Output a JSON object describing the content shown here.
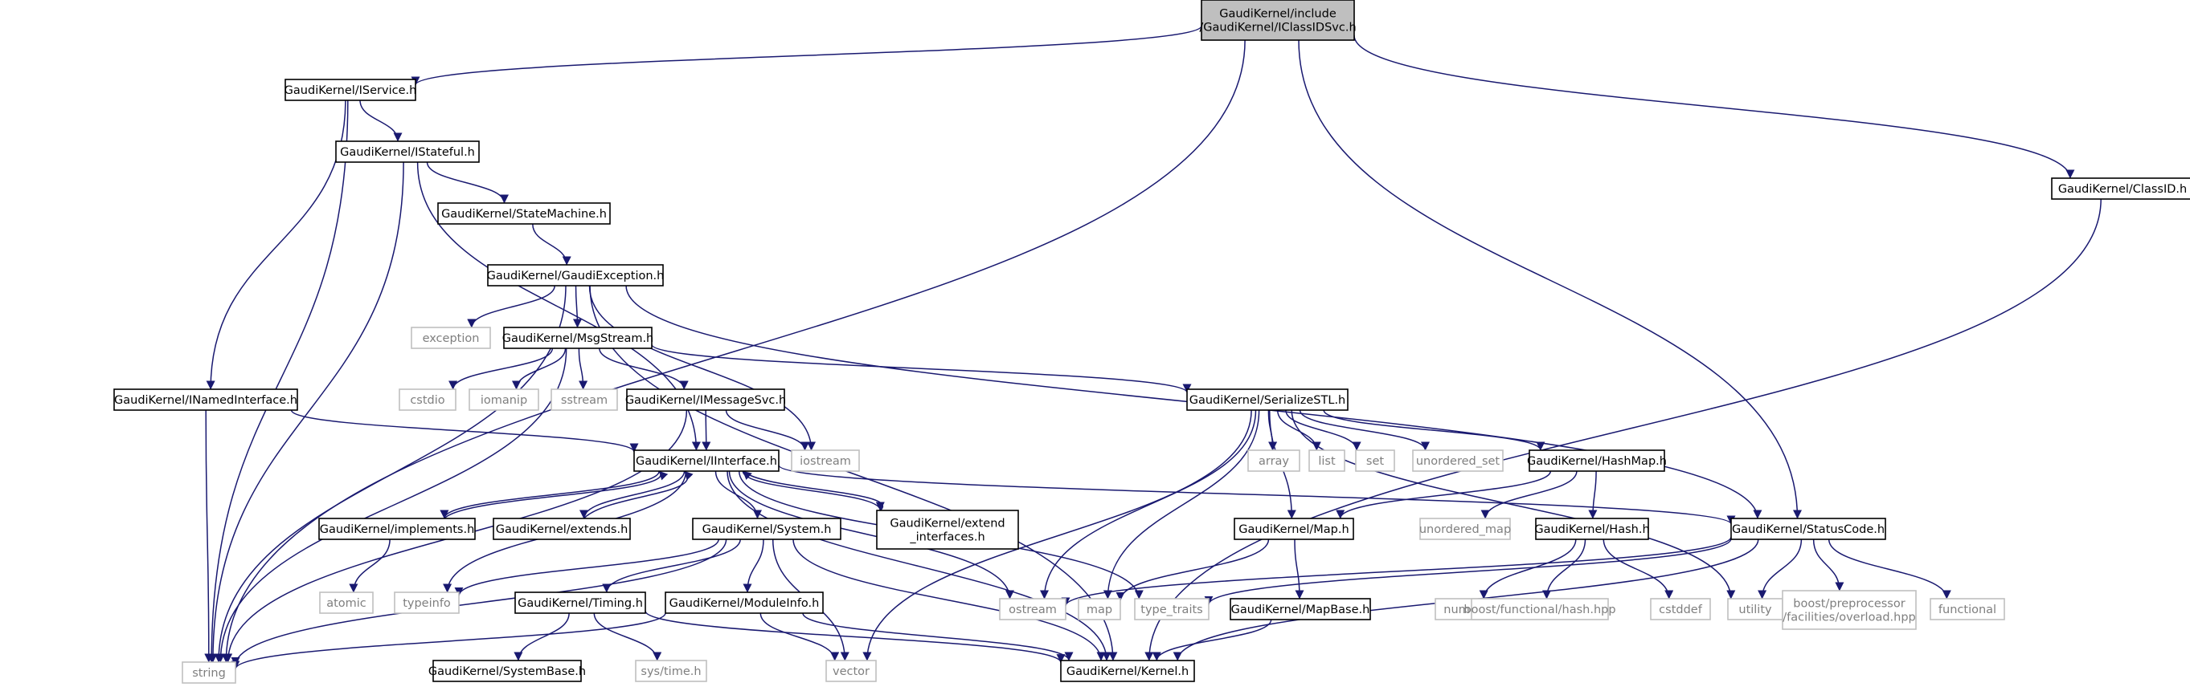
{
  "diagram": {
    "type": "include-dependency-graph",
    "colors": {
      "edge": "#191970",
      "root_fill": "#bfbfbf",
      "header_fill": "#ffffff",
      "header_border": "#000000",
      "system_border": "#bfbfbf",
      "system_text": "#7f7f7f"
    },
    "nodes": [
      {
        "id": "root",
        "kind": "root",
        "lines": [
          "GaudiKernel/include",
          "/GaudiKernel/IClassIDSvc.h"
        ]
      },
      {
        "id": "iservice",
        "kind": "header",
        "lines": [
          "GaudiKernel/IService.h"
        ]
      },
      {
        "id": "classid",
        "kind": "header",
        "lines": [
          "GaudiKernel/ClassID.h"
        ]
      },
      {
        "id": "istateful",
        "kind": "header",
        "lines": [
          "GaudiKernel/IStateful.h"
        ]
      },
      {
        "id": "statemachine",
        "kind": "header",
        "lines": [
          "GaudiKernel/StateMachine.h"
        ]
      },
      {
        "id": "gaudiexception",
        "kind": "header",
        "lines": [
          "GaudiKernel/GaudiException.h"
        ]
      },
      {
        "id": "exception",
        "kind": "system",
        "lines": [
          "exception"
        ]
      },
      {
        "id": "msgstream",
        "kind": "header",
        "lines": [
          "GaudiKernel/MsgStream.h"
        ]
      },
      {
        "id": "inamedinterface",
        "kind": "header",
        "lines": [
          "GaudiKernel/INamedInterface.h"
        ]
      },
      {
        "id": "cstdio",
        "kind": "system",
        "lines": [
          "cstdio"
        ]
      },
      {
        "id": "iomanip",
        "kind": "system",
        "lines": [
          "iomanip"
        ]
      },
      {
        "id": "sstream",
        "kind": "system",
        "lines": [
          "sstream"
        ]
      },
      {
        "id": "imessagesvc",
        "kind": "header",
        "lines": [
          "GaudiKernel/IMessageSvc.h"
        ]
      },
      {
        "id": "serializestl",
        "kind": "header",
        "lines": [
          "GaudiKernel/SerializeSTL.h"
        ]
      },
      {
        "id": "iinterface",
        "kind": "header",
        "lines": [
          "GaudiKernel/IInterface.h"
        ]
      },
      {
        "id": "iostream",
        "kind": "system",
        "lines": [
          "iostream"
        ]
      },
      {
        "id": "array",
        "kind": "system",
        "lines": [
          "array"
        ]
      },
      {
        "id": "list",
        "kind": "system",
        "lines": [
          "list"
        ]
      },
      {
        "id": "set",
        "kind": "system",
        "lines": [
          "set"
        ]
      },
      {
        "id": "unordered_set",
        "kind": "system",
        "lines": [
          "unordered_set"
        ]
      },
      {
        "id": "hashmap",
        "kind": "header",
        "lines": [
          "GaudiKernel/HashMap.h"
        ]
      },
      {
        "id": "implements",
        "kind": "header",
        "lines": [
          "GaudiKernel/implements.h"
        ]
      },
      {
        "id": "extends",
        "kind": "header",
        "lines": [
          "GaudiKernel/extends.h"
        ]
      },
      {
        "id": "system",
        "kind": "header",
        "lines": [
          "GaudiKernel/System.h"
        ]
      },
      {
        "id": "extend_interfaces",
        "kind": "header",
        "lines": [
          "GaudiKernel/extend",
          "_interfaces.h"
        ]
      },
      {
        "id": "map_h",
        "kind": "header",
        "lines": [
          "GaudiKernel/Map.h"
        ]
      },
      {
        "id": "unordered_map",
        "kind": "system",
        "lines": [
          "unordered_map"
        ]
      },
      {
        "id": "hash_h",
        "kind": "header",
        "lines": [
          "GaudiKernel/Hash.h"
        ]
      },
      {
        "id": "statuscode",
        "kind": "header",
        "lines": [
          "GaudiKernel/StatusCode.h"
        ]
      },
      {
        "id": "atomic",
        "kind": "system",
        "lines": [
          "atomic"
        ]
      },
      {
        "id": "typeinfo",
        "kind": "system",
        "lines": [
          "typeinfo"
        ]
      },
      {
        "id": "timing",
        "kind": "header",
        "lines": [
          "GaudiKernel/Timing.h"
        ]
      },
      {
        "id": "moduleinfo",
        "kind": "header",
        "lines": [
          "GaudiKernel/ModuleInfo.h"
        ]
      },
      {
        "id": "ostream",
        "kind": "system",
        "lines": [
          "ostream"
        ]
      },
      {
        "id": "map",
        "kind": "system",
        "lines": [
          "map"
        ]
      },
      {
        "id": "type_traits",
        "kind": "system",
        "lines": [
          "type_traits"
        ]
      },
      {
        "id": "mapbase",
        "kind": "header",
        "lines": [
          "GaudiKernel/MapBase.h"
        ]
      },
      {
        "id": "numeric",
        "kind": "system",
        "lines": [
          "numeric"
        ]
      },
      {
        "id": "boost_hash",
        "kind": "system",
        "lines": [
          "boost/functional/hash.hpp"
        ]
      },
      {
        "id": "cstddef",
        "kind": "system",
        "lines": [
          "cstddef"
        ]
      },
      {
        "id": "utility",
        "kind": "system",
        "lines": [
          "utility"
        ]
      },
      {
        "id": "boost_overload",
        "kind": "system",
        "lines": [
          "boost/preprocessor",
          "/facilities/overload.hpp"
        ]
      },
      {
        "id": "functional",
        "kind": "system",
        "lines": [
          "functional"
        ]
      },
      {
        "id": "string",
        "kind": "system",
        "lines": [
          "string"
        ]
      },
      {
        "id": "systembase",
        "kind": "header",
        "lines": [
          "GaudiKernel/SystemBase.h"
        ]
      },
      {
        "id": "systime",
        "kind": "system",
        "lines": [
          "sys/time.h"
        ]
      },
      {
        "id": "vector",
        "kind": "system",
        "lines": [
          "vector"
        ]
      },
      {
        "id": "kernel",
        "kind": "header",
        "lines": [
          "GaudiKernel/Kernel.h"
        ]
      }
    ],
    "edges": [
      [
        "root",
        "iservice"
      ],
      [
        "root",
        "classid"
      ],
      [
        "root",
        "statuscode"
      ],
      [
        "root",
        "string"
      ],
      [
        "iservice",
        "istateful"
      ],
      [
        "iservice",
        "inamedinterface"
      ],
      [
        "iservice",
        "string"
      ],
      [
        "istateful",
        "statemachine"
      ],
      [
        "istateful",
        "iinterface"
      ],
      [
        "istateful",
        "string"
      ],
      [
        "statemachine",
        "gaudiexception"
      ],
      [
        "gaudiexception",
        "exception"
      ],
      [
        "gaudiexception",
        "msgstream"
      ],
      [
        "gaudiexception",
        "string"
      ],
      [
        "gaudiexception",
        "iostream"
      ],
      [
        "gaudiexception",
        "statuscode"
      ],
      [
        "gaudiexception",
        "kernel"
      ],
      [
        "msgstream",
        "cstdio"
      ],
      [
        "msgstream",
        "iomanip"
      ],
      [
        "msgstream",
        "sstream"
      ],
      [
        "msgstream",
        "imessagesvc"
      ],
      [
        "msgstream",
        "serializestl"
      ],
      [
        "msgstream",
        "string"
      ],
      [
        "inamedinterface",
        "iinterface"
      ],
      [
        "inamedinterface",
        "string"
      ],
      [
        "imessagesvc",
        "iinterface"
      ],
      [
        "imessagesvc",
        "iostream"
      ],
      [
        "imessagesvc",
        "string"
      ],
      [
        "serializestl",
        "array"
      ],
      [
        "serializestl",
        "list"
      ],
      [
        "serializestl",
        "set"
      ],
      [
        "serializestl",
        "unordered_set"
      ],
      [
        "serializestl",
        "hashmap"
      ],
      [
        "serializestl",
        "map_h"
      ],
      [
        "serializestl",
        "vector"
      ],
      [
        "serializestl",
        "ostream"
      ],
      [
        "serializestl",
        "map"
      ],
      [
        "serializestl",
        "utility"
      ],
      [
        "hashmap",
        "map_h"
      ],
      [
        "hashmap",
        "hash_h"
      ],
      [
        "hashmap",
        "unordered_map"
      ],
      [
        "iinterface",
        "implements"
      ],
      [
        "iinterface",
        "extends"
      ],
      [
        "iinterface",
        "system"
      ],
      [
        "iinterface",
        "extend_interfaces"
      ],
      [
        "iinterface",
        "statuscode"
      ],
      [
        "iinterface",
        "ostream"
      ],
      [
        "iinterface",
        "type_traits"
      ],
      [
        "iinterface",
        "kernel"
      ],
      [
        "iinterface",
        "typeinfo"
      ],
      [
        "implements",
        "iinterface"
      ],
      [
        "implements",
        "atomic"
      ],
      [
        "extends",
        "iinterface"
      ],
      [
        "extend_interfaces",
        "iinterface"
      ],
      [
        "system",
        "typeinfo"
      ],
      [
        "system",
        "timing"
      ],
      [
        "system",
        "moduleinfo"
      ],
      [
        "system",
        "string"
      ],
      [
        "system",
        "vector"
      ],
      [
        "system",
        "kernel"
      ],
      [
        "timing",
        "systembase"
      ],
      [
        "timing",
        "systime"
      ],
      [
        "timing",
        "kernel"
      ],
      [
        "moduleinfo",
        "string"
      ],
      [
        "moduleinfo",
        "vector"
      ],
      [
        "moduleinfo",
        "kernel"
      ],
      [
        "map_h",
        "mapbase"
      ],
      [
        "map_h",
        "map"
      ],
      [
        "mapbase",
        "kernel"
      ],
      [
        "hash_h",
        "numeric"
      ],
      [
        "hash_h",
        "boost_hash"
      ],
      [
        "hash_h",
        "cstddef"
      ],
      [
        "statuscode",
        "ostream"
      ],
      [
        "statuscode",
        "type_traits"
      ],
      [
        "statuscode",
        "utility"
      ],
      [
        "statuscode",
        "boost_overload"
      ],
      [
        "statuscode",
        "functional"
      ],
      [
        "statuscode",
        "kernel"
      ],
      [
        "classid",
        "kernel"
      ]
    ]
  }
}
